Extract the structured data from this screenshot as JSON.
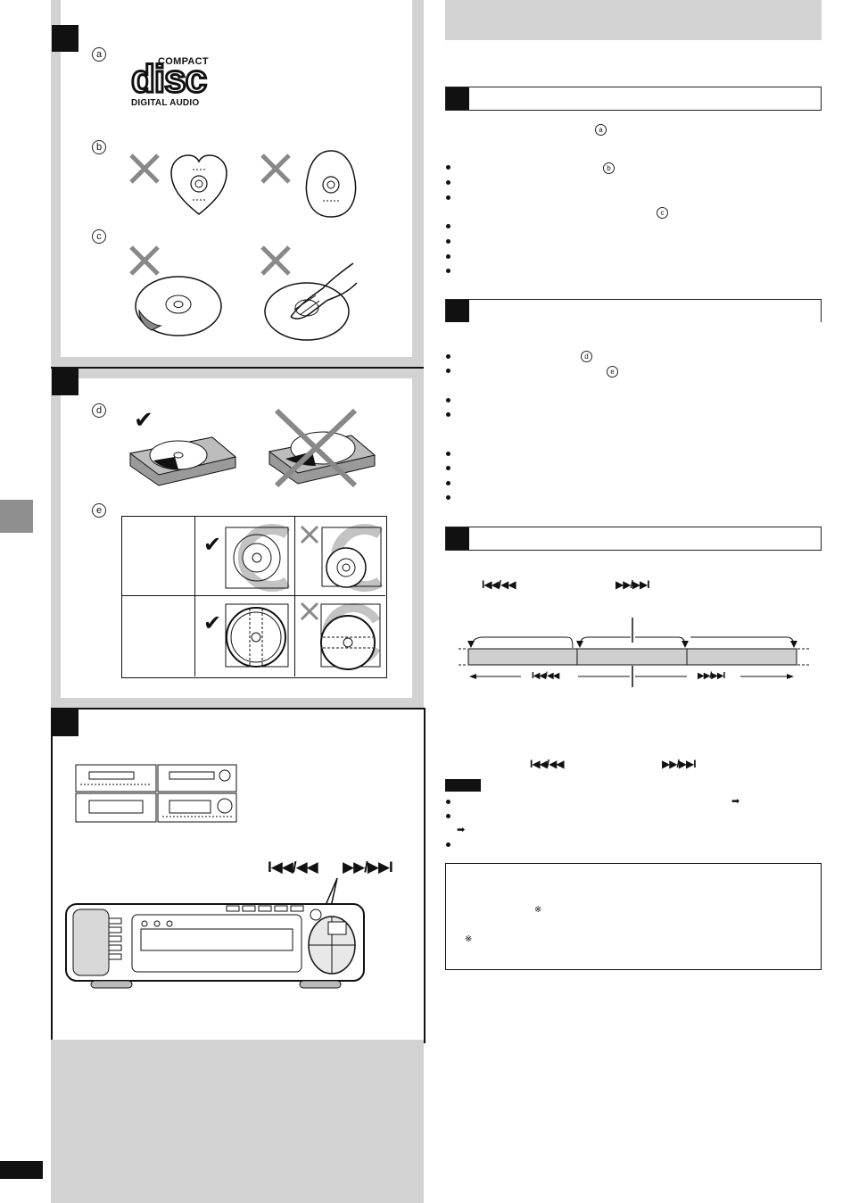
{
  "logo": {
    "top": "COMPACT",
    "main": "disc",
    "bottom": "DIGITAL AUDIO"
  },
  "markers": {
    "a": "a",
    "b": "b",
    "c": "c",
    "d": "d",
    "e": "e"
  },
  "controls": {
    "skip_back": "I◀◀/◀◀",
    "skip_fwd": "▶▶/▶▶I"
  },
  "glyphs": {
    "arrow": "➡",
    "ref_mark": "※",
    "check": "✔",
    "cross": "✕"
  },
  "sections": [
    {
      "id": "discs",
      "bullets": 7
    },
    {
      "id": "handling",
      "bullets": 8
    },
    {
      "id": "skip_search",
      "bullets": 3
    }
  ],
  "colors": {
    "panel_gray": "#d2d2d2",
    "black": "#111111",
    "cross_gray": "#888888"
  }
}
